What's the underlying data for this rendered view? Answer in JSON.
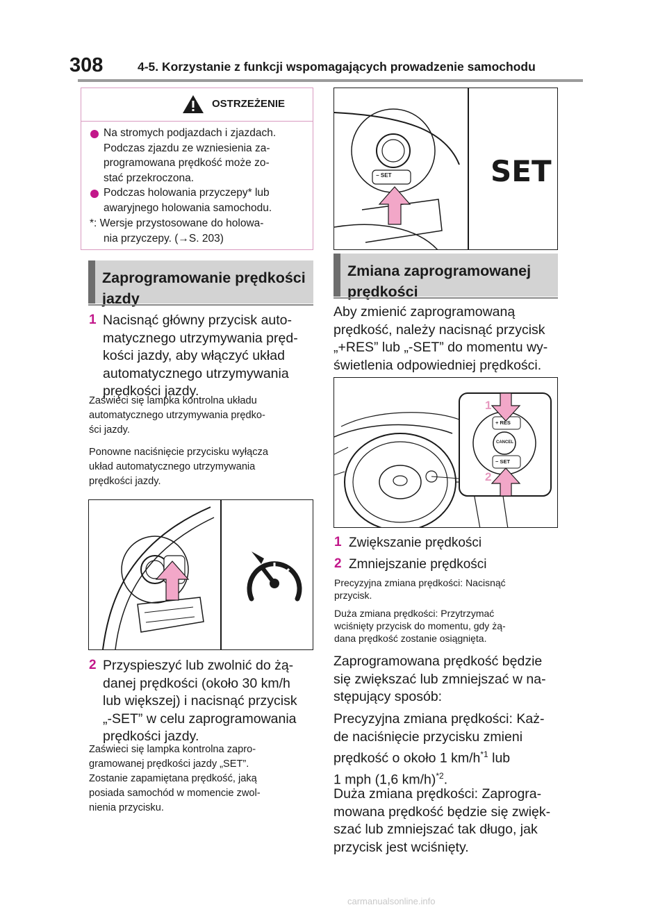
{
  "header": {
    "page_number": "308",
    "title": "4-5. Korzystanie z funkcji wspomagających prowadzenie samochodu"
  },
  "warning": {
    "title": "OSTRZEŻENIE",
    "items": [
      {
        "lines": [
          "Na stromych podjazdach i zjazdach.",
          "Podczas zjazdu ze wzniesienia za-",
          "programowana prędkość może zo-",
          "stać przekroczona."
        ]
      },
      {
        "lines": [
          "Podczas holowania przyczepy* lub",
          "awaryjnego holowania samochodu."
        ]
      }
    ],
    "footnote": [
      "*: Wersje przystosowane do holowa-",
      "nia przyczepy. (→S. 203)"
    ]
  },
  "left": {
    "heading_lines": [
      "Zaprogramowanie prędkości",
      "jazdy"
    ],
    "step1": {
      "num": "1",
      "lines": [
        "Nacisnąć główny przycisk auto-",
        "matycznego utrzymywania pręd-",
        "kości jazdy, aby włączyć układ",
        "automatycznego utrzymywania",
        "prędkości jazdy."
      ]
    },
    "note1": [
      "Zaświeci się lampka kontrolna układu",
      "automatycznego utrzymywania prędko-",
      "ści jazdy."
    ],
    "note2": [
      "Ponowne naciśnięcie przycisku wyłącza",
      "układ automatycznego utrzymywania",
      "prędkości jazdy."
    ],
    "step2": {
      "num": "2",
      "lines": [
        "Przyspieszyć lub zwolnić do żą-",
        "danej prędkości (około 30 km/h",
        "lub większej) i nacisnąć przycisk",
        "„-SET” w celu zaprogramowania",
        "prędkości jazdy."
      ]
    },
    "note3": [
      "Zaświeci się lampka kontrolna zapro-",
      "gramowanej prędkości jazdy „SET”.",
      "Zostanie zapamiętana prędkość, jaką",
      "posiada samochód w momencie zwol-",
      "nienia przycisku."
    ]
  },
  "figures": {
    "set_label": "SET",
    "btn_set": "− SET",
    "btn_res": "+ RES",
    "btn_cancel": "CANCEL",
    "callout_1": "1",
    "callout_2": "2"
  },
  "right": {
    "heading_lines": [
      "Zmiana zaprogramowanej",
      "prędkości"
    ],
    "intro": [
      "Aby zmienić zaprogramowaną",
      "prędkość, należy nacisnąć przycisk",
      "„+RES” lub „-SET” do momentu wy-",
      "świetlenia odpowiedniej prędkości."
    ],
    "list": [
      {
        "num": "1",
        "text": "Zwiększanie prędkości"
      },
      {
        "num": "2",
        "text": "Zmniejszanie prędkości"
      }
    ],
    "note_fine": [
      "Precyzyjna zmiana prędkości: Nacisnąć",
      "przycisk."
    ],
    "note_coarse": [
      "Duża zmiana prędkości: Przytrzymać",
      "wciśnięty przycisk do momentu, gdy żą-",
      "dana prędkość zostanie osiągnięta."
    ],
    "para1": [
      "Zaprogramowana prędkość będzie",
      "się zwiększać lub zmniejszać w na-",
      "stępujący sposób:"
    ],
    "para2_lines": [
      "Precyzyjna zmiana prędkości: Każ-",
      "de naciśnięcie przycisku zmieni",
      "prędkość o około 1 km/h"
    ],
    "para2_sup1": "*1",
    "para2_after": " lub",
    "para2_line4": "1 mph (1,6 km/h)",
    "para2_sup2": "*2",
    "para2_end": ".",
    "para3": [
      "Duża zmiana prędkości: Zaprogra-",
      "mowana prędkość będzie się zwięk-",
      "szać lub zmniejszać tak długo, jak",
      "przycisk jest wciśnięty."
    ]
  },
  "watermark": "carmanualsonline.info",
  "colors": {
    "accent": "#c2178a",
    "pink_arrow": "#f2a7c8",
    "heading_bg": "#d3d3d3",
    "heading_bar": "#6d6d6d"
  }
}
